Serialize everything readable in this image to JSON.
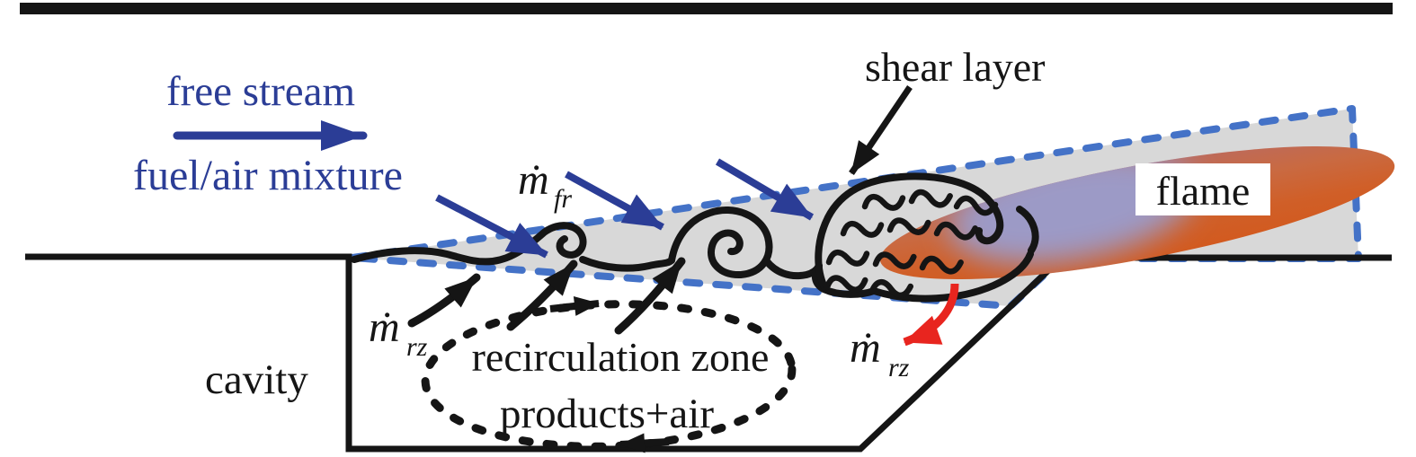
{
  "figure": {
    "labels": {
      "free_stream": "free stream",
      "fuel_air_mixture": "fuel/air mixture",
      "shear_layer": "shear layer",
      "flame": "flame",
      "cavity": "cavity",
      "recirculation_zone": "recirculation zone",
      "products_air": "products+air",
      "m_dot": "ṁ",
      "sub_fr": "fr",
      "sub_rz": "rz"
    },
    "colors": {
      "stream_blue": "#2b3d96",
      "boundary_dash_blue": "#4472c7",
      "shear_layer_gray": "#d8d8d8",
      "flame_orange": "#d25f28",
      "flame_core_purple": "#9c9ac6",
      "exchange_arrow_red": "#e8251f",
      "ink_black": "#151515"
    }
  }
}
